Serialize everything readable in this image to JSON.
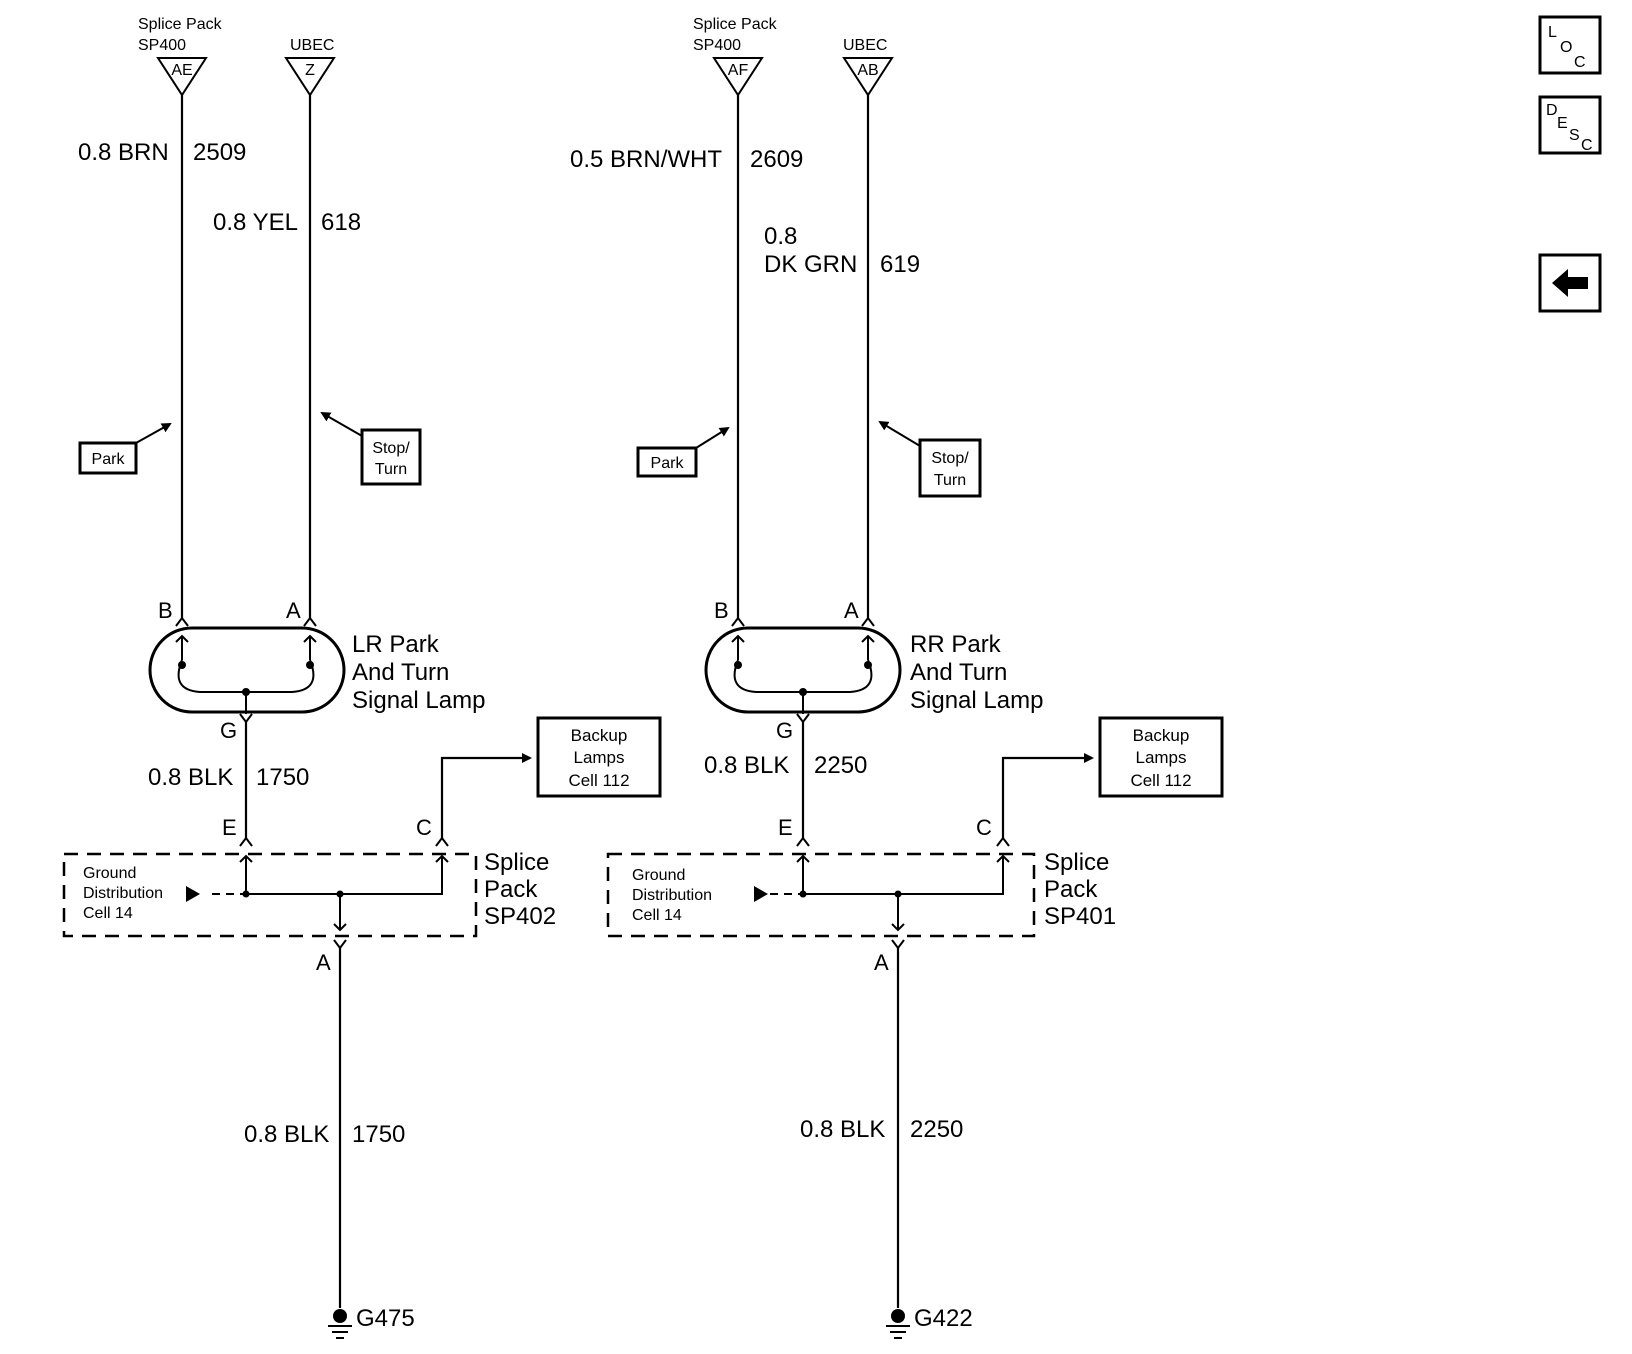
{
  "nav": {
    "loc": {
      "l": "L",
      "o": "O",
      "c": "C"
    },
    "desc": {
      "d": "D",
      "e": "E",
      "s": "S",
      "c": "C"
    }
  },
  "left": {
    "top_a": {
      "label1": "Splice Pack",
      "label2": "SP400",
      "pin": "AE"
    },
    "top_b": {
      "label1": "UBEC",
      "pin": "Z"
    },
    "wire1": {
      "size_color": "0.8 BRN",
      "circuit": "2509"
    },
    "wire2": {
      "size_color": "0.8 YEL",
      "circuit": "618"
    },
    "park": "Park",
    "stop_turn": [
      "Stop/",
      "Turn"
    ],
    "pins": {
      "b": "B",
      "a": "A",
      "g": "G",
      "e": "E",
      "c": "C",
      "a2": "A"
    },
    "lamp": [
      "LR Park",
      "And Turn",
      "Signal Lamp"
    ],
    "wire3": {
      "size_color": "0.8 BLK",
      "circuit": "1750"
    },
    "backup": [
      "Backup",
      "Lamps",
      "Cell 112"
    ],
    "ground_dist": [
      "Ground",
      "Distribution",
      "Cell 14"
    ],
    "splice": [
      "Splice",
      "Pack",
      "SP402"
    ],
    "wire4": {
      "size_color": "0.8 BLK",
      "circuit": "1750"
    },
    "ground": "G475"
  },
  "right": {
    "top_a": {
      "label1": "Splice Pack",
      "label2": "SP400",
      "pin": "AF"
    },
    "top_b": {
      "label1": "UBEC",
      "pin": "AB"
    },
    "wire1": {
      "size_color": "0.5 BRN/WHT",
      "circuit": "2609"
    },
    "wire2": {
      "size": "0.8",
      "color": "DK GRN",
      "circuit": "619"
    },
    "park": "Park",
    "stop_turn": [
      "Stop/",
      "Turn"
    ],
    "pins": {
      "b": "B",
      "a": "A",
      "g": "G",
      "e": "E",
      "c": "C",
      "a2": "A"
    },
    "lamp": [
      "RR Park",
      "And Turn",
      "Signal Lamp"
    ],
    "wire3": {
      "size_color": "0.8 BLK",
      "circuit": "2250"
    },
    "backup": [
      "Backup",
      "Lamps",
      "Cell 112"
    ],
    "ground_dist": [
      "Ground",
      "Distribution",
      "Cell 14"
    ],
    "splice": [
      "Splice",
      "Pack",
      "SP401"
    ],
    "wire4": {
      "size_color": "0.8 BLK",
      "circuit": "2250"
    },
    "ground": "G422"
  }
}
